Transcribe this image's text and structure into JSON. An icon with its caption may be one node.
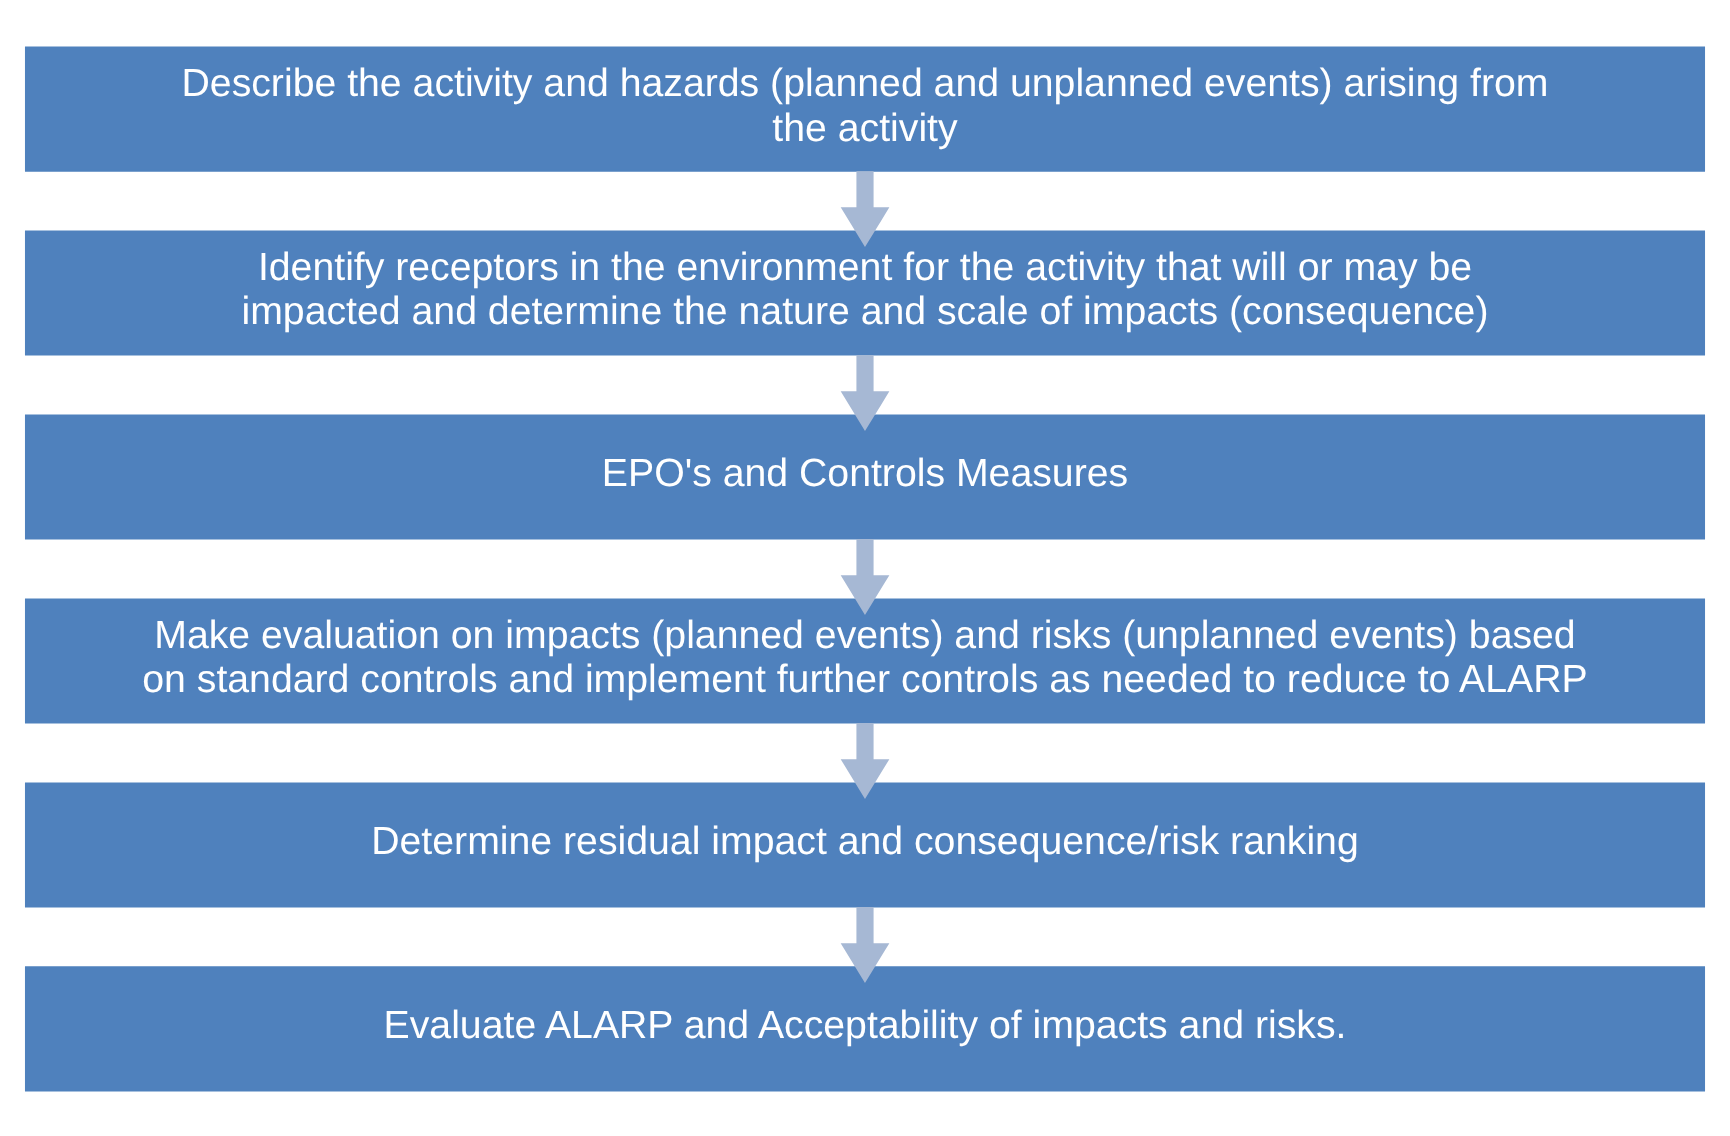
{
  "diagram": {
    "nodes": [
      {
        "text": [
          "Describe the activity and hazards (planned and unplanned events) arising from the activity"
        ]
      },
      {
        "text": [
          "Identify receptors in the environment for the activity that will or may be impacted and determine the nature and scale of impacts (consequence)"
        ]
      },
      {
        "text": [
          "EPO's and Controls Measures"
        ]
      },
      {
        "text": [
          "Make evaluation on impacts (planned events) and risks (unplanned events) based on standard controls and implement further controls as needed to reduce to ALARP"
        ]
      },
      {
        "text": [
          "Determine residual impact and consequence/risk ranking"
        ]
      },
      {
        "text": [
          "Evaluate ALARP and Acceptability of impacts and risks."
        ]
      }
    ],
    "edges": [
      {
        "from": 0,
        "to": 1,
        "arrow": "to"
      },
      {
        "from": 1,
        "to": 2,
        "arrow": "to"
      },
      {
        "from": 2,
        "to": 3,
        "arrow": "to"
      },
      {
        "from": 3,
        "to": 4,
        "arrow": "to"
      },
      {
        "from": 4,
        "to": 5,
        "arrow": "to"
      }
    ]
  }
}
